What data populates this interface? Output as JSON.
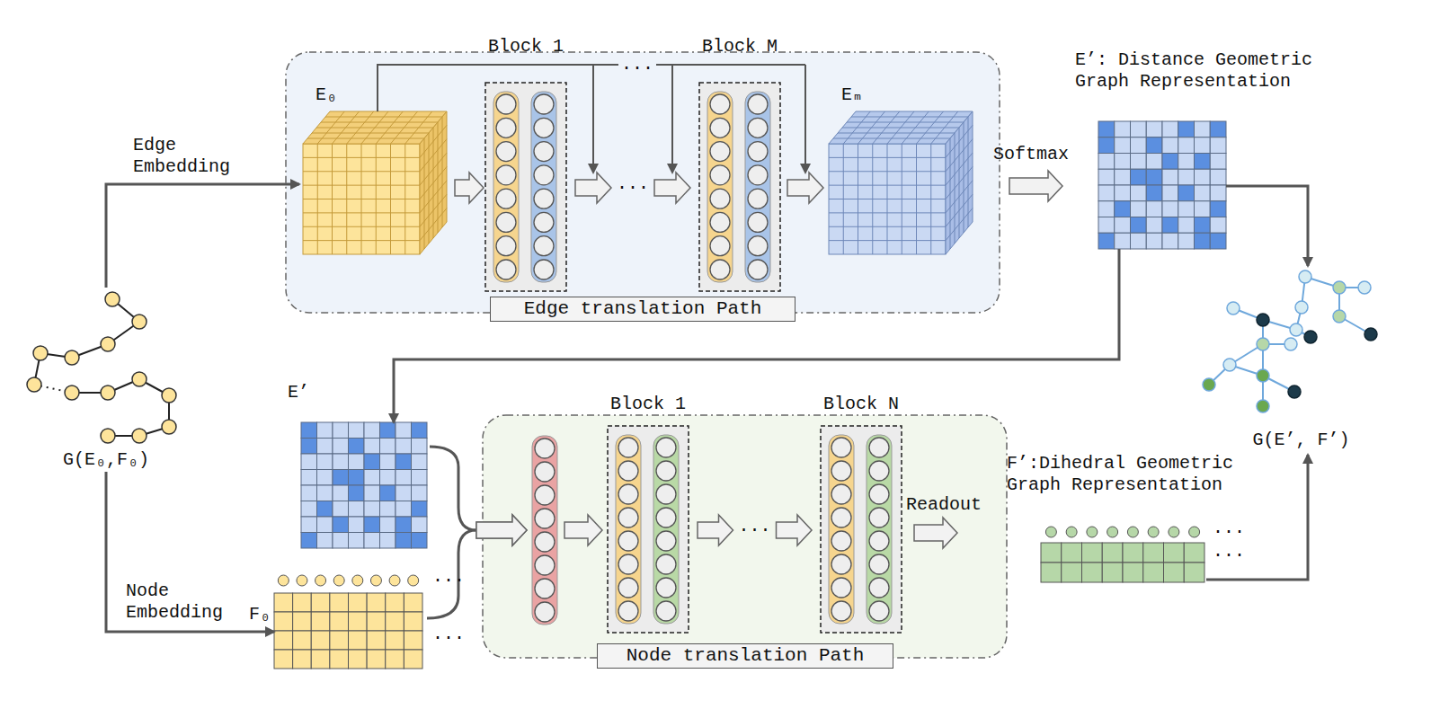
{
  "diagram": {
    "nodes": [
      {
        "text": [
          "Edge translation Path"
        ]
      },
      {
        "text": [
          "E₀"
        ],
        "in": 0
      },
      {
        "text": [
          "Block 1"
        ],
        "in": 0
      },
      {
        "text": [
          "Block M"
        ],
        "in": 0
      },
      {
        "text": [
          "Eₘ"
        ],
        "in": 0
      },
      {
        "text": [
          "E’: Distance Geometric Graph Representation"
        ]
      },
      {
        "text": [
          "G(E₀,F₀)"
        ]
      },
      {
        "text": [
          "E’"
        ]
      },
      {
        "text": [
          "F₀"
        ]
      },
      {
        "text": [
          "Node translation Path"
        ]
      },
      {
        "text": [
          "Block 1"
        ],
        "in": 9
      },
      {
        "text": [
          "Block N"
        ],
        "in": 9
      },
      {
        "text": [
          "F’:Dihedral Geometric Graph Representation"
        ]
      },
      {
        "text": [
          "G(E’, F’)"
        ]
      }
    ],
    "edges": [
      {
        "from": 6,
        "to": 1,
        "label": "Edge Embedding",
        "arrow": "to"
      },
      {
        "from": 1,
        "to": 2,
        "arrow": "to"
      },
      {
        "from": 2,
        "to": 3,
        "label": "...",
        "arrow": "to"
      },
      {
        "from": 3,
        "to": 4,
        "arrow": "to"
      },
      {
        "from": 4,
        "to": 5,
        "label": "Softmax",
        "arrow": "to"
      },
      {
        "from": 5,
        "to": 13,
        "arrow": "to"
      },
      {
        "from": 5,
        "to": 7,
        "arrow": "to"
      },
      {
        "from": 6,
        "to": 8,
        "label": "Node Embedding",
        "arrow": "to"
      },
      {
        "from": 7,
        "to": 10,
        "arrow": "to"
      },
      {
        "from": 8,
        "to": 10,
        "arrow": "to"
      },
      {
        "from": 10,
        "to": 11,
        "label": "...",
        "arrow": "to"
      },
      {
        "from": 11,
        "to": 12,
        "label": "Readout",
        "arrow": "to"
      },
      {
        "from": 12,
        "to": 13,
        "arrow": "to"
      }
    ],
    "labels": [
      "...",
      "...",
      "...",
      "...",
      "..."
    ]
  }
}
